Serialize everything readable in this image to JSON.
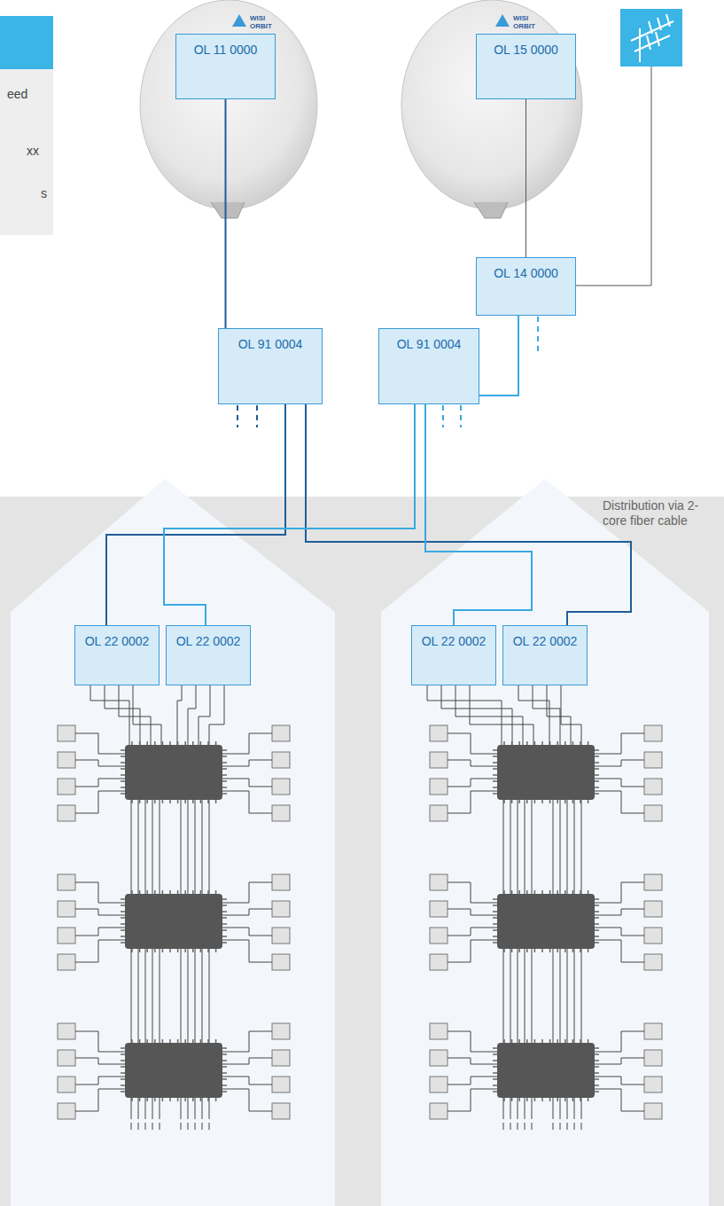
{
  "diagram": {
    "nodes": [
      {
        "text": [
          "OL 11 0000"
        ]
      },
      {
        "text": [
          "OL 15 0000"
        ]
      },
      {
        "text": [
          "OL 14 0000"
        ]
      },
      {
        "text": [
          "OL 91 0004"
        ]
      },
      {
        "text": [
          "OL 91 0004"
        ]
      },
      {
        "text": [
          "OL 22 0002"
        ]
      },
      {
        "text": [
          "OL 22 0002"
        ]
      },
      {
        "text": [
          "OL 22 0002"
        ]
      },
      {
        "text": [
          "OL 22 0002"
        ]
      }
    ],
    "edges": [
      {
        "from": 0,
        "to": 3,
        "arrow": "none"
      },
      {
        "from": 1,
        "to": 2,
        "arrow": "none"
      },
      {
        "from": 2,
        "to": 4,
        "arrow": "none"
      },
      {
        "from": 3,
        "to": 5,
        "arrow": "none"
      },
      {
        "from": 3,
        "to": 8,
        "arrow": "none"
      },
      {
        "from": 4,
        "to": 6,
        "arrow": "none"
      },
      {
        "from": 4,
        "to": 7,
        "arrow": "none"
      }
    ],
    "labels": [
      "eed",
      "xx",
      "s",
      "WISI ORBIT",
      "WISI ORBIT",
      "Distribution via 2-core fiber cable"
    ]
  }
}
